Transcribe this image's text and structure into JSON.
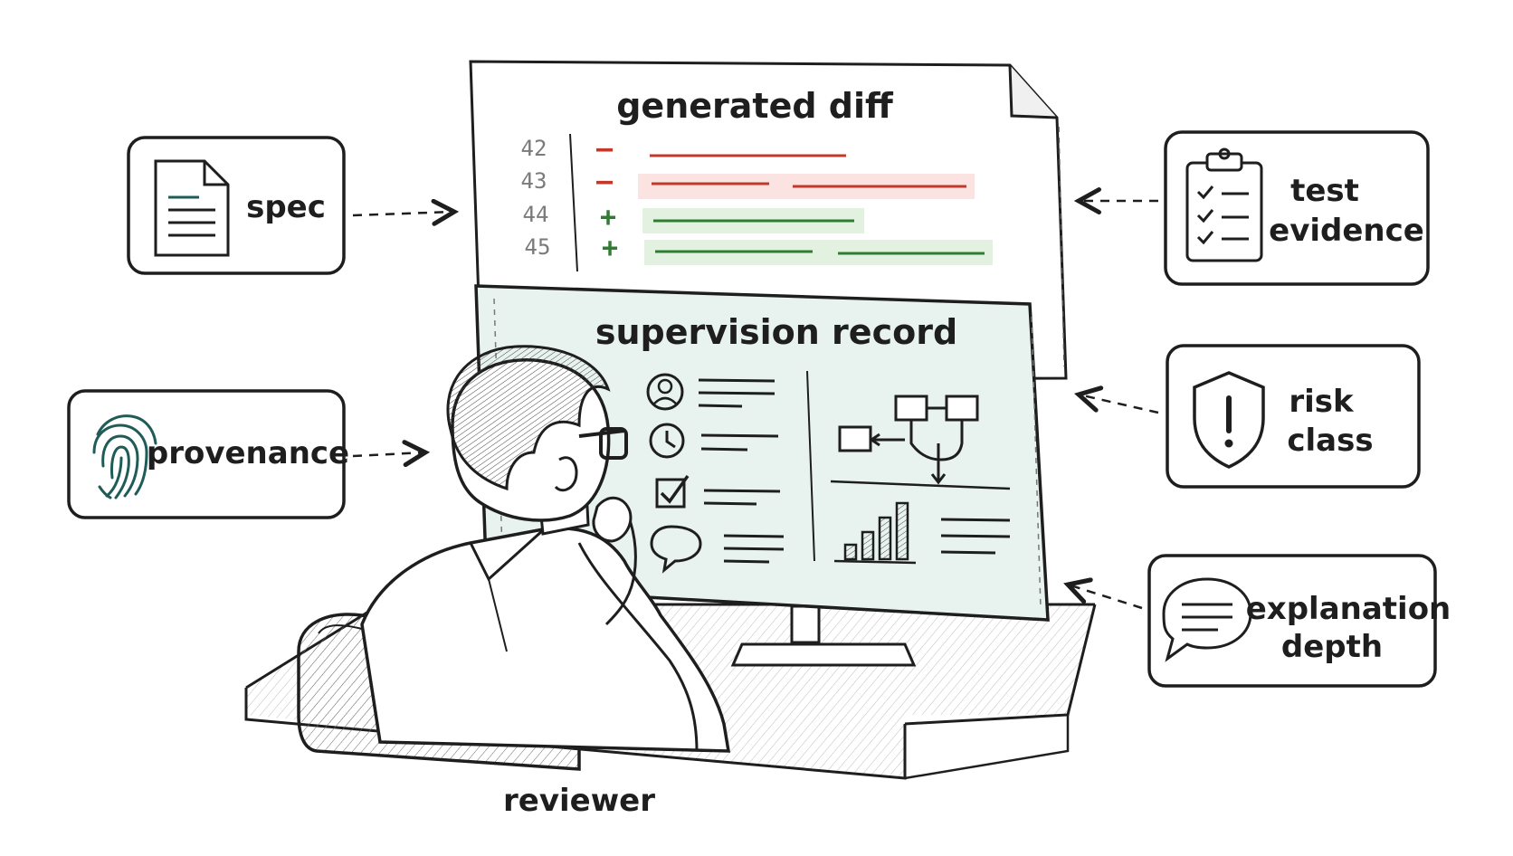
{
  "diff_panel": {
    "title": "generated diff",
    "lines": [
      {
        "no": "42",
        "sign": "–",
        "kind": "removed"
      },
      {
        "no": "43",
        "sign": "–",
        "kind": "removed"
      },
      {
        "no": "44",
        "sign": "+",
        "kind": "added"
      },
      {
        "no": "45",
        "sign": "+",
        "kind": "added"
      }
    ]
  },
  "record_panel": {
    "title": "supervision record"
  },
  "inputs": {
    "spec": "spec",
    "provenance": "provenance",
    "test_evidence": [
      "test",
      "evidence"
    ],
    "risk_class": [
      "risk",
      "class"
    ],
    "explanation_depth": [
      "explanation",
      "depth"
    ]
  },
  "reviewer_label": "reviewer",
  "colors": {
    "ink": "#1e1e1e",
    "removed": "#c0392b",
    "removed_bg": "#fbe3e1",
    "added": "#2e7d32",
    "added_bg": "#e3f1e1",
    "screen_tint": "#e8f3ef",
    "fingerprint": "#1f5c57"
  }
}
